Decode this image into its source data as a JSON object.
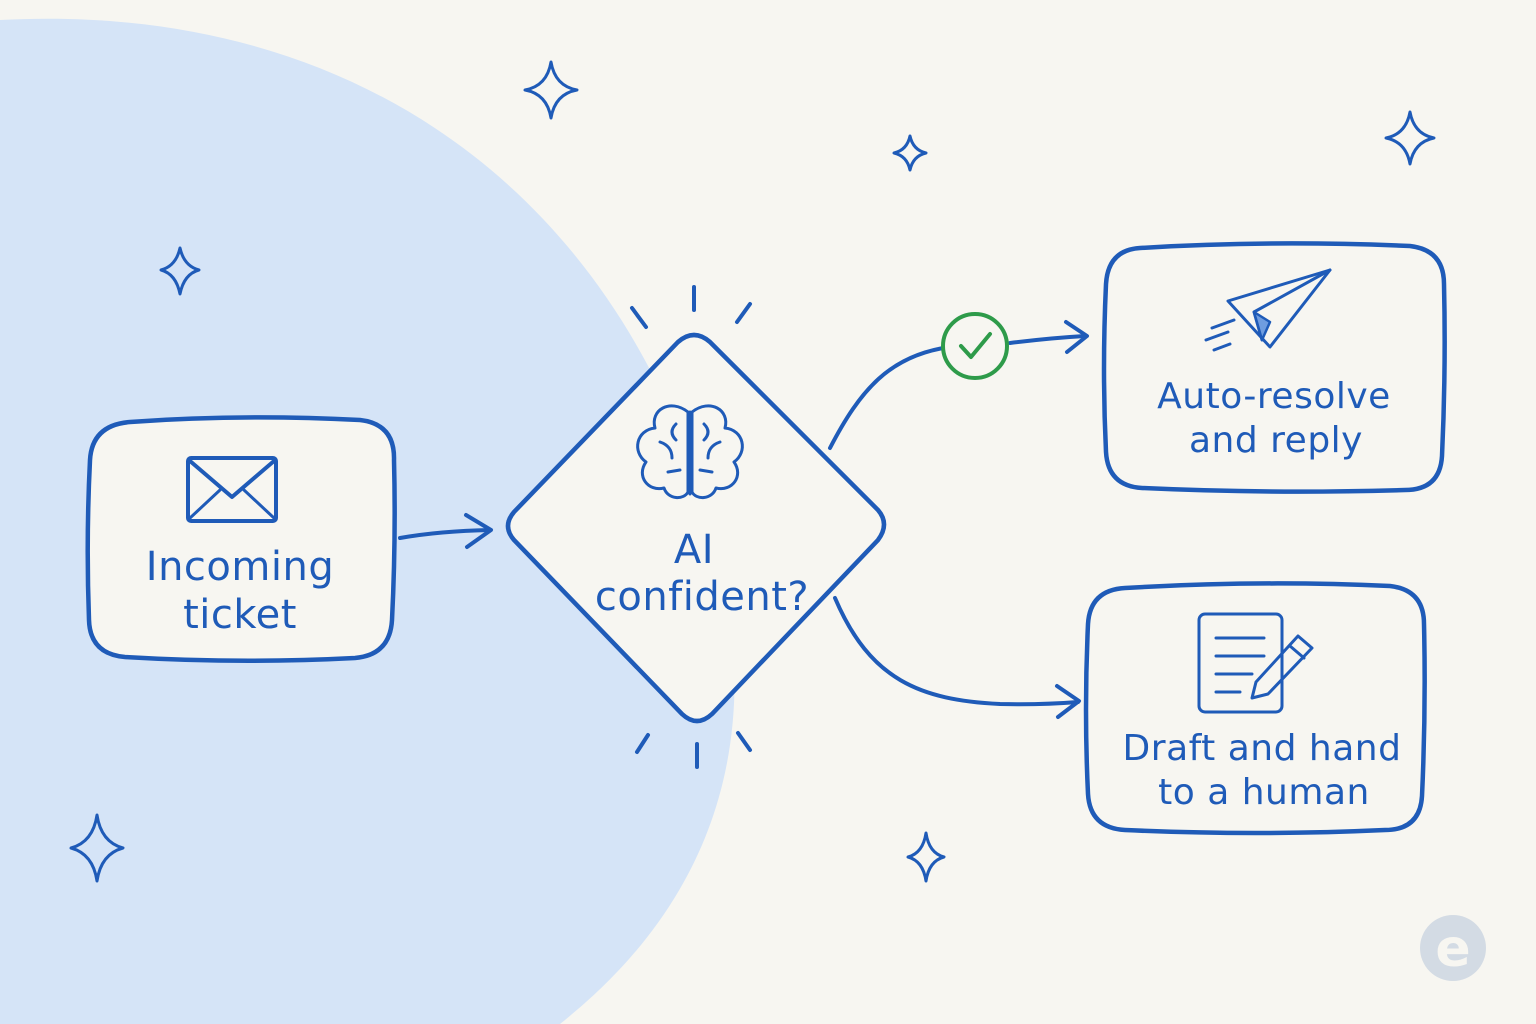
{
  "colors": {
    "background": "#f7f6f1",
    "blob": "#d5e4f7",
    "ink": "#1f5bb8",
    "success": "#2e9b4a",
    "logo": "#d3dbe4"
  },
  "nodes": {
    "incoming": {
      "icon": "envelope-icon",
      "line1": "Incoming",
      "line2": "ticket"
    },
    "decision": {
      "icon": "brain-icon",
      "line1": "AI",
      "line2": "confident?"
    },
    "auto_resolve": {
      "icon": "paper-plane-icon",
      "line1": "Auto-resolve",
      "line2": "and reply"
    },
    "handoff": {
      "icon": "document-pencil-icon",
      "line1": "Draft and hand",
      "line2": "to a human"
    }
  },
  "edges": {
    "confident_marker": "check-icon"
  },
  "logo": {
    "letter": "e"
  }
}
